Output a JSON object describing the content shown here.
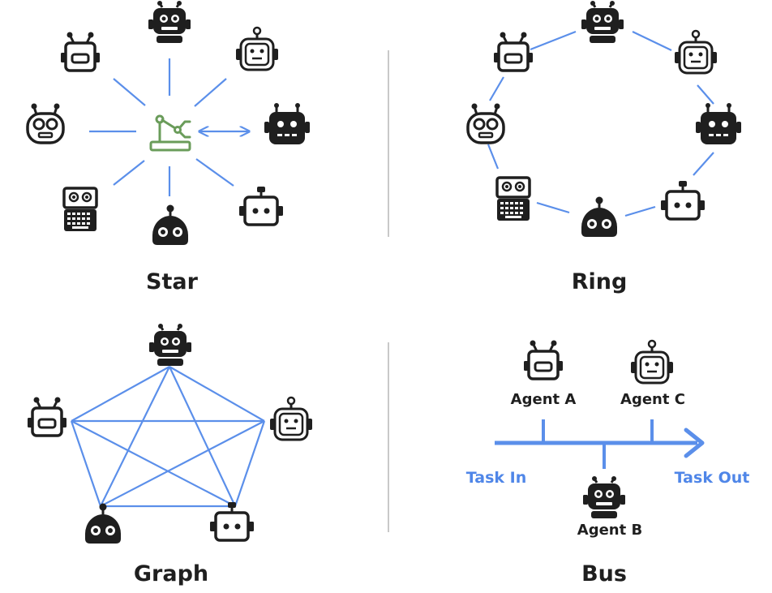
{
  "colors": {
    "edge": "#5b8fea",
    "hub": "#6a9c5a",
    "ink": "#1f1f1f",
    "task": "#4f86e8",
    "divider": "#c9c9c9"
  },
  "panels": {
    "star": {
      "title": "Star",
      "hub_icon": "robot-arm-icon"
    },
    "ring": {
      "title": "Ring"
    },
    "graph": {
      "title": "Graph"
    },
    "bus": {
      "title": "Bus",
      "agents": [
        "Agent A",
        "Agent C",
        "Agent B"
      ],
      "task_in": "Task In",
      "task_out": "Task Out"
    }
  },
  "robot_icons": [
    "robot-antenna-icon",
    "robot-face-icon",
    "robot-keyboard-icon",
    "robot-round-icon"
  ]
}
